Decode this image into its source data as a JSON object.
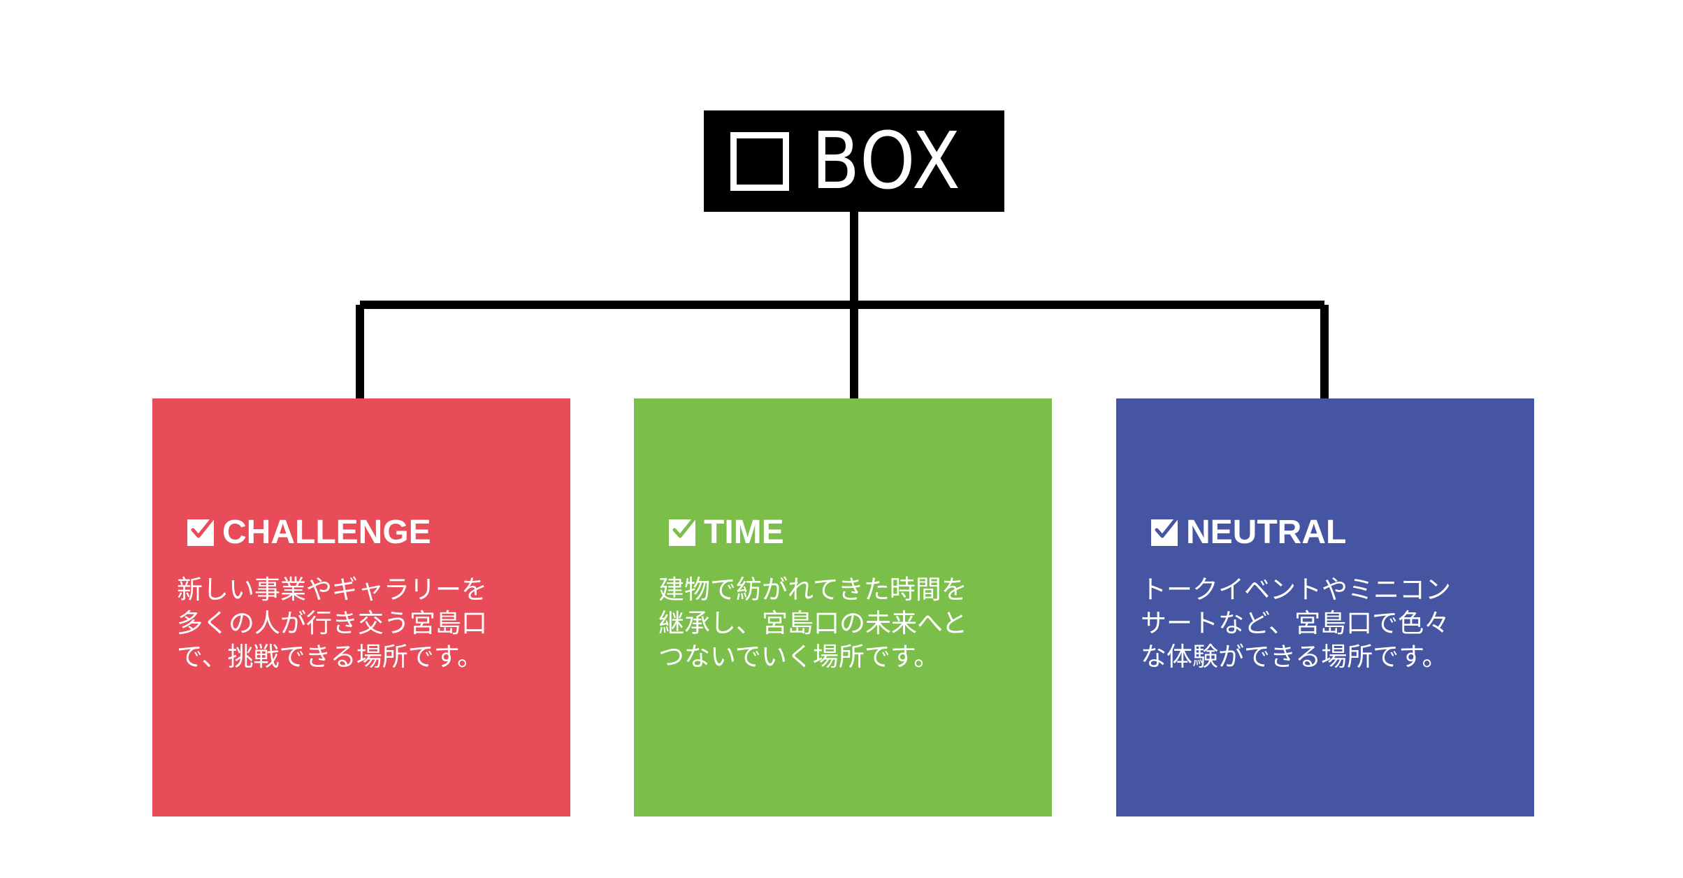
{
  "title": {
    "label": "BOX",
    "icon": "square-outline-icon"
  },
  "colors": {
    "challenge": "#E84C58",
    "time": "#7BBE4A",
    "neutral": "#4655A2",
    "title_bg": "#000000",
    "connector": "#000000"
  },
  "cards": [
    {
      "title": "CHALLENGE",
      "lines": [
        "新しい事業やギャラリーを",
        "多くの人が行き交う宮島口",
        "で、挑戦できる場所です。"
      ]
    },
    {
      "title": "TIME",
      "lines": [
        "建物で紡がれてきた時間を",
        "継承し、宮島口の未来へと",
        "つないでいく場所です。"
      ]
    },
    {
      "title": "NEUTRAL",
      "lines": [
        "トークイベントやミニコン",
        "サートなど、宮島口で色々",
        "な体験ができる場所です。"
      ]
    }
  ]
}
